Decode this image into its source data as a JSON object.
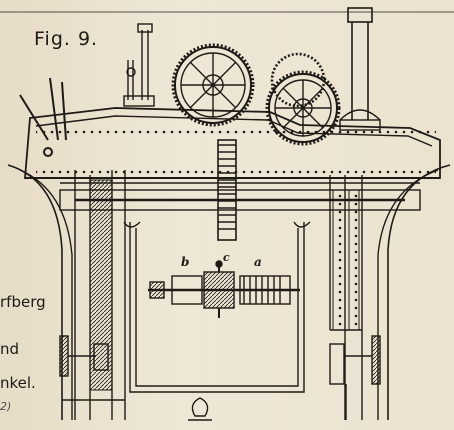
{
  "figure": {
    "label": "Fig. 9."
  },
  "margin_text": [
    "rfberg",
    "nd",
    "nkel.",
    "2)"
  ],
  "part_labels": {
    "a": "a",
    "b": "b",
    "c": "c"
  }
}
